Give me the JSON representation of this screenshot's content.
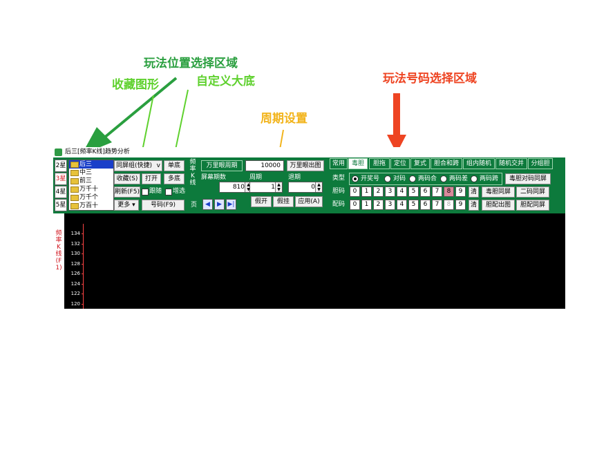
{
  "annotations": {
    "play_position": "玩法位置选择区域",
    "favorites": "收藏图形",
    "custom_base": "自定义大底",
    "period_setting": "周期设置",
    "number_area": "玩法号码选择区域"
  },
  "window": {
    "title": "后三[频率K线]趋势分析",
    "side_buttons": [
      "2星",
      "3星",
      "4星",
      "5星"
    ],
    "play_list": [
      "后三",
      "中三",
      "前三",
      "万千十",
      "万千个",
      "万百十"
    ],
    "selected_play": "后三"
  },
  "controls": {
    "screen_select": "同屏组(快捷)",
    "single_base": "单底",
    "favorite": "收藏(S)",
    "open": "打开",
    "multi_base": "多底",
    "refresh": "刷新(F5)",
    "follow": "跟随",
    "checkbox2": "增选",
    "more": "更多",
    "number_f9": "号码(F9)",
    "vertical_label": "频率K线",
    "page_label": "页"
  },
  "period": {
    "wanli_label": "万里眼周期",
    "wanli_value": "10000",
    "wanli_button": "万里眼出图",
    "screen_periods_label": "屏幕期数",
    "screen_periods_value": "810",
    "cycle_label": "周期",
    "cycle_value": "1",
    "back_label": "退期",
    "back_value": "0",
    "fake_open": "假开",
    "fake_hang": "假挂",
    "apply": "应用(A)"
  },
  "numbers": {
    "tabs": [
      "常用",
      "毒胆",
      "胆拖",
      "定位",
      "复式",
      "胆合和跨",
      "组内随机",
      "随机交并",
      "分组胆"
    ],
    "active_tab": "毒胆",
    "type_label": "类型",
    "radios": [
      "开奖号",
      "对码",
      "两码合",
      "两码差",
      "两码跨"
    ],
    "type_button": "毒胆对码同屏",
    "dan_label": "胆码",
    "dan_digits": [
      "0",
      "1",
      "2",
      "3",
      "4",
      "5",
      "6",
      "7",
      "8",
      "9"
    ],
    "dan_clear": "清",
    "dan_btn1": "毒胆同屏",
    "dan_btn2": "二码同屏",
    "pei_label": "配码",
    "pei_digits": [
      "0",
      "1",
      "2",
      "3",
      "4",
      "5",
      "6",
      "7",
      "8",
      "9"
    ],
    "pei_clear": "清",
    "pei_btn1": "胆配出图",
    "pei_btn2": "胆配同屏"
  },
  "chart_data": {
    "type": "line",
    "ylabel": "频率K线(F1)",
    "y_ticks": [
      "134",
      "132",
      "130",
      "128",
      "126",
      "124",
      "122",
      "120"
    ],
    "series": []
  },
  "colors": {
    "app_green": "#0d7a3c",
    "annot_green": "#2a9f3f",
    "annot_light_green": "#5fd12e",
    "annot_orange": "#f2b41c",
    "annot_red": "#ee4422",
    "highlight_pink": "#d9899a"
  }
}
